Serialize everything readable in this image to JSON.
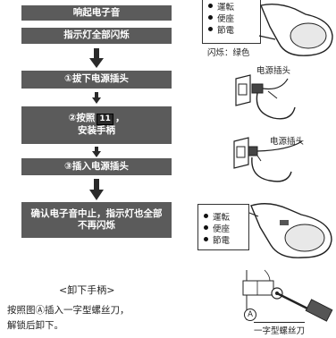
{
  "flow": {
    "step1": "响起电子音",
    "step2": "指示灯全部闪烁",
    "step3": "①拔下电源插头",
    "step4_before": "②按照",
    "step4_badge": "11",
    "step4_after": "，",
    "step4_line2": "安装手柄",
    "step5": "③插入电源插头",
    "step6": "确认电子音中止，指示灯也全部不再闪烁"
  },
  "panel_top": {
    "items": [
      "運転",
      "便座",
      "節電"
    ],
    "blink_note": "闪烁：绿色"
  },
  "panel_bottom": {
    "items": [
      "運転",
      "便座",
      "節電"
    ]
  },
  "plug_labels": [
    "电源插头",
    "电源插头"
  ],
  "removal": {
    "title": "<卸下手柄>",
    "instruction_line1": "按照图Ⓐ插入一字型螺丝刀，",
    "instruction_line2": "解锁后卸下。",
    "tool_label": "一字型螺丝刀",
    "marker": "A"
  }
}
